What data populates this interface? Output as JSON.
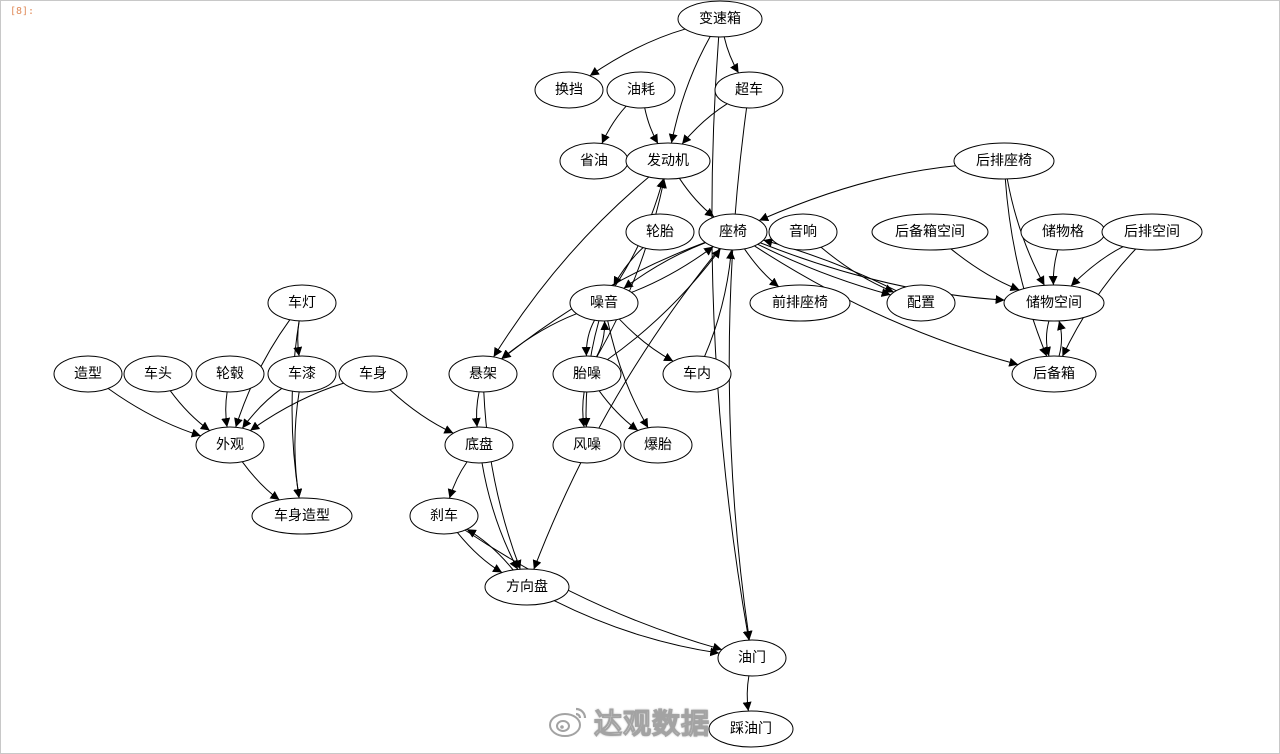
{
  "cell": {
    "prompt": "[8]:"
  },
  "watermark": {
    "text": "达观数据",
    "icon": "weibo-icon"
  },
  "nodes": [
    {
      "id": "biansuxiang",
      "label": "变速箱"
    },
    {
      "id": "huandang",
      "label": "换挡"
    },
    {
      "id": "youhao",
      "label": "油耗"
    },
    {
      "id": "chaoche",
      "label": "超车"
    },
    {
      "id": "shengyou",
      "label": "省油"
    },
    {
      "id": "fadongji",
      "label": "发动机"
    },
    {
      "id": "houpaizuoyi",
      "label": "后排座椅"
    },
    {
      "id": "luntai",
      "label": "轮胎"
    },
    {
      "id": "zuoyi",
      "label": "座椅"
    },
    {
      "id": "yinxiang",
      "label": "音响"
    },
    {
      "id": "houbeixiangkongjian",
      "label": "后备箱空间"
    },
    {
      "id": "chuwuge",
      "label": "储物格"
    },
    {
      "id": "houpaikongjian",
      "label": "后排空间"
    },
    {
      "id": "chedeng",
      "label": "车灯"
    },
    {
      "id": "zaoyin",
      "label": "噪音"
    },
    {
      "id": "qianpaizuoyi",
      "label": "前排座椅"
    },
    {
      "id": "peizhi",
      "label": "配置"
    },
    {
      "id": "chuwukongjian",
      "label": "储物空间"
    },
    {
      "id": "zaoxing",
      "label": "造型"
    },
    {
      "id": "chetou",
      "label": "车头"
    },
    {
      "id": "lungu",
      "label": "轮毂"
    },
    {
      "id": "chaqi",
      "label": "车漆"
    },
    {
      "id": "cheshen",
      "label": "车身"
    },
    {
      "id": "xuanjia",
      "label": "悬架"
    },
    {
      "id": "taizao",
      "label": "胎噪"
    },
    {
      "id": "chenei",
      "label": "车内"
    },
    {
      "id": "houbeixiang",
      "label": "后备箱"
    },
    {
      "id": "waiguan",
      "label": "外观"
    },
    {
      "id": "dipan",
      "label": "底盘"
    },
    {
      "id": "fengzao",
      "label": "风噪"
    },
    {
      "id": "baotai",
      "label": "爆胎"
    },
    {
      "id": "cheshenzaoxing",
      "label": "车身造型"
    },
    {
      "id": "shache",
      "label": "刹车"
    },
    {
      "id": "fangxiangpan",
      "label": "方向盘"
    },
    {
      "id": "youmen",
      "label": "油门"
    },
    {
      "id": "caiyoumen",
      "label": "踩油门"
    }
  ],
  "edges": [
    [
      "biansuxiang",
      "huandang"
    ],
    [
      "biansuxiang",
      "chaoche"
    ],
    [
      "biansuxiang",
      "fadongji"
    ],
    [
      "biansuxiang",
      "youmen"
    ],
    [
      "youhao",
      "shengyou"
    ],
    [
      "youhao",
      "fadongji"
    ],
    [
      "chaoche",
      "fadongji"
    ],
    [
      "chaoche",
      "youmen"
    ],
    [
      "fadongji",
      "zuoyi"
    ],
    [
      "fadongji",
      "xuanjia"
    ],
    [
      "houpaizuoyi",
      "zuoyi"
    ],
    [
      "houpaizuoyi",
      "chuwukongjian"
    ],
    [
      "houpaizuoyi",
      "houbeixiang"
    ],
    [
      "luntai",
      "zaoyin"
    ],
    [
      "zuoyi",
      "qianpaizuoyi"
    ],
    [
      "zuoyi",
      "peizhi"
    ],
    [
      "zuoyi",
      "chuwukongjian"
    ],
    [
      "zuoyi",
      "houbeixiang"
    ],
    [
      "zuoyi",
      "zaoyin"
    ],
    [
      "zuoyi",
      "xuanjia"
    ],
    [
      "zuoyi",
      "fangxiangpan"
    ],
    [
      "yinxiang",
      "peizhi"
    ],
    [
      "houbeixiangkongjian",
      "chuwukongjian"
    ],
    [
      "chuwuge",
      "chuwukongjian"
    ],
    [
      "houpaikongjian",
      "chuwukongjian"
    ],
    [
      "houpaikongjian",
      "houbeixiang"
    ],
    [
      "chedeng",
      "chaqi"
    ],
    [
      "chedeng",
      "waiguan"
    ],
    [
      "chedeng",
      "cheshenzaoxing"
    ],
    [
      "zaoyin",
      "zuoyi"
    ],
    [
      "zaoyin",
      "fadongji"
    ],
    [
      "zaoyin",
      "xuanjia"
    ],
    [
      "zaoyin",
      "taizao"
    ],
    [
      "zaoyin",
      "chenei"
    ],
    [
      "zaoyin",
      "fengzao"
    ],
    [
      "zaoyin",
      "baotai"
    ],
    [
      "peizhi",
      "zuoyi"
    ],
    [
      "chuwukongjian",
      "houbeixiang"
    ],
    [
      "houbeixiang",
      "chuwukongjian"
    ],
    [
      "zaoxing",
      "waiguan"
    ],
    [
      "chetou",
      "waiguan"
    ],
    [
      "lungu",
      "waiguan"
    ],
    [
      "chaqi",
      "waiguan"
    ],
    [
      "chaqi",
      "cheshenzaoxing"
    ],
    [
      "cheshen",
      "waiguan"
    ],
    [
      "cheshen",
      "dipan"
    ],
    [
      "xuanjia",
      "dipan"
    ],
    [
      "xuanjia",
      "fangxiangpan"
    ],
    [
      "taizao",
      "zaoyin"
    ],
    [
      "taizao",
      "fadongji"
    ],
    [
      "taizao",
      "zuoyi"
    ],
    [
      "taizao",
      "fengzao"
    ],
    [
      "taizao",
      "baotai"
    ],
    [
      "chenei",
      "zuoyi"
    ],
    [
      "waiguan",
      "cheshenzaoxing"
    ],
    [
      "dipan",
      "shache"
    ],
    [
      "dipan",
      "fangxiangpan"
    ],
    [
      "shache",
      "fangxiangpan"
    ],
    [
      "shache",
      "youmen"
    ],
    [
      "fangxiangpan",
      "shache"
    ],
    [
      "fangxiangpan",
      "youmen"
    ],
    [
      "youmen",
      "caiyoumen"
    ]
  ]
}
